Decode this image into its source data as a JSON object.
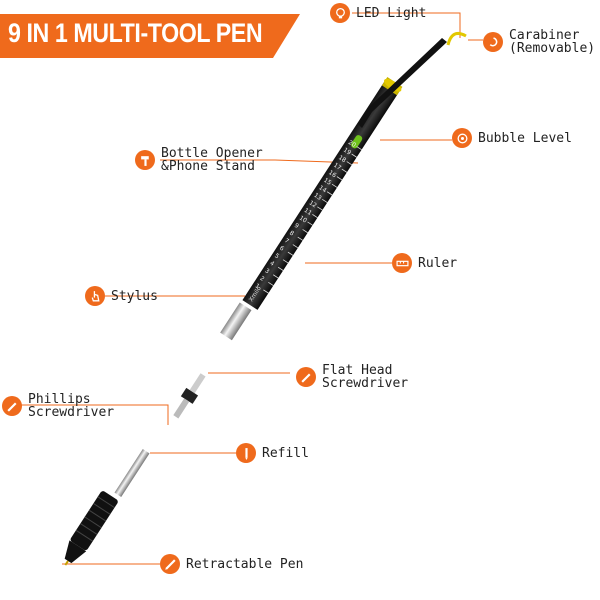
{
  "title": "9 IN 1 MULTI-TOOL PEN",
  "brand_color": "#ef6a1c",
  "pen_brand_text": "Xmilo",
  "ruler_numbers": [
    "1",
    "2",
    "3",
    "4",
    "5",
    "6",
    "7",
    "8",
    "9",
    "10",
    "11",
    "12",
    "13",
    "14",
    "15",
    "16",
    "17",
    "18",
    "19",
    "20"
  ],
  "features": [
    {
      "id": "led",
      "icon": "bulb-icon",
      "line1": "LED Light",
      "line2": ""
    },
    {
      "id": "carabiner",
      "icon": "hook-icon",
      "line1": "Carabiner",
      "line2": "(Removable)"
    },
    {
      "id": "bubble",
      "icon": "level-icon",
      "line1": "Bubble Level",
      "line2": ""
    },
    {
      "id": "bottle",
      "icon": "hammer-icon",
      "line1": "Bottle Opener",
      "line2": "&Phone Stand"
    },
    {
      "id": "ruler",
      "icon": "ruler-icon",
      "line1": "Ruler",
      "line2": ""
    },
    {
      "id": "stylus",
      "icon": "hand-icon",
      "line1": "Stylus",
      "line2": ""
    },
    {
      "id": "flathead",
      "icon": "screwdriver-icon",
      "line1": "Flat Head",
      "line2": "Screwdriver"
    },
    {
      "id": "phillips",
      "icon": "screwdriver-icon",
      "line1": "Phillips",
      "line2": "Screwdriver"
    },
    {
      "id": "refill",
      "icon": "refill-icon",
      "line1": "Refill",
      "line2": ""
    },
    {
      "id": "pen",
      "icon": "pen-icon",
      "line1": "Retractable Pen",
      "line2": ""
    }
  ]
}
